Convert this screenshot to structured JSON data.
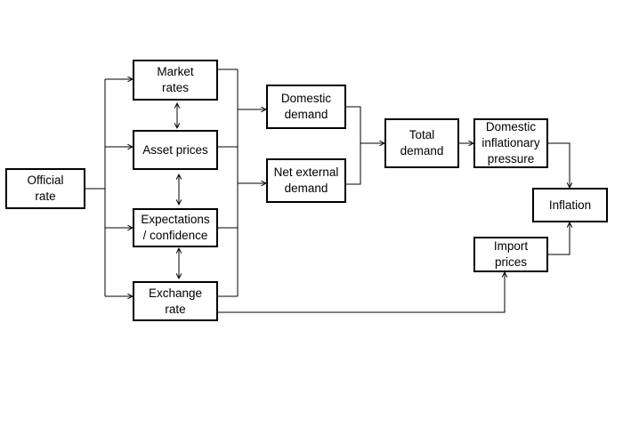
{
  "diagram": {
    "nodes": {
      "official_rate": "Official\nrate",
      "market_rates": "Market\nrates",
      "asset_prices": "Asset prices",
      "expectations": "Expectations\n/ confidence",
      "exchange_rate": "Exchange\nrate",
      "domestic_demand": "Domestic\ndemand",
      "net_external_demand": "Net external\ndemand",
      "total_demand": "Total\ndemand",
      "domestic_inflationary_pressure": "Domestic\ninflationary\npressure",
      "inflation": "Inflation",
      "import_prices": "Import\nprices"
    }
  }
}
